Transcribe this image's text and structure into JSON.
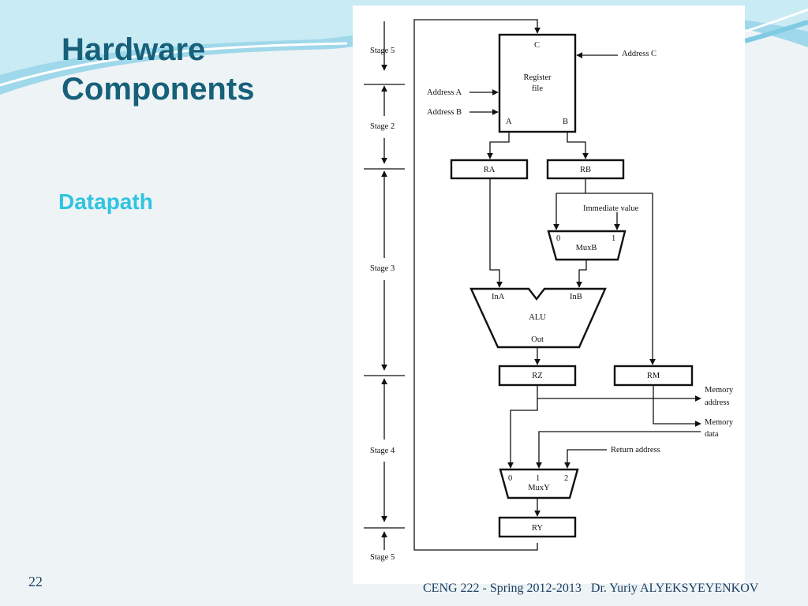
{
  "slide": {
    "title_lines": [
      "Hardware",
      "Components"
    ],
    "subtitle": "Datapath",
    "slide_number": "22",
    "footer": "CENG 222 - Spring 2012-2013   Dr. Yuriy ALYEKSYEYENKOV",
    "colors": {
      "title": "#17607a",
      "subtitle": "#2fc4e0",
      "footer": "#1b3f62"
    }
  },
  "diagram": {
    "stages": {
      "s5_top": "Stage 5",
      "s2": "Stage 2",
      "s3": "Stage 3",
      "s4": "Stage 4",
      "s5_bottom": "Stage 5"
    },
    "register_file": {
      "top": "C",
      "line1": "Register",
      "line2": "file",
      "port_a": "A",
      "port_b": "B"
    },
    "inputs": {
      "address_c": "Address C",
      "address_a": "Address A",
      "address_b": "Address B",
      "immediate": "Immediate value",
      "return_address": "Return address"
    },
    "registers": {
      "ra": "RA",
      "rb": "RB",
      "rz": "RZ",
      "rm": "RM",
      "ry": "RY"
    },
    "muxb": {
      "label": "MuxB",
      "in0": "0",
      "in1": "1"
    },
    "alu": {
      "label": "ALU",
      "in_a": "InA",
      "in_b": "InB",
      "out": "Out"
    },
    "muxy": {
      "label": "MuxY",
      "in0": "0",
      "in1": "1",
      "in2": "2"
    },
    "outputs": {
      "mem_address_1": "Memory",
      "mem_address_2": "address",
      "mem_data_1": "Memory",
      "mem_data_2": "data"
    }
  }
}
